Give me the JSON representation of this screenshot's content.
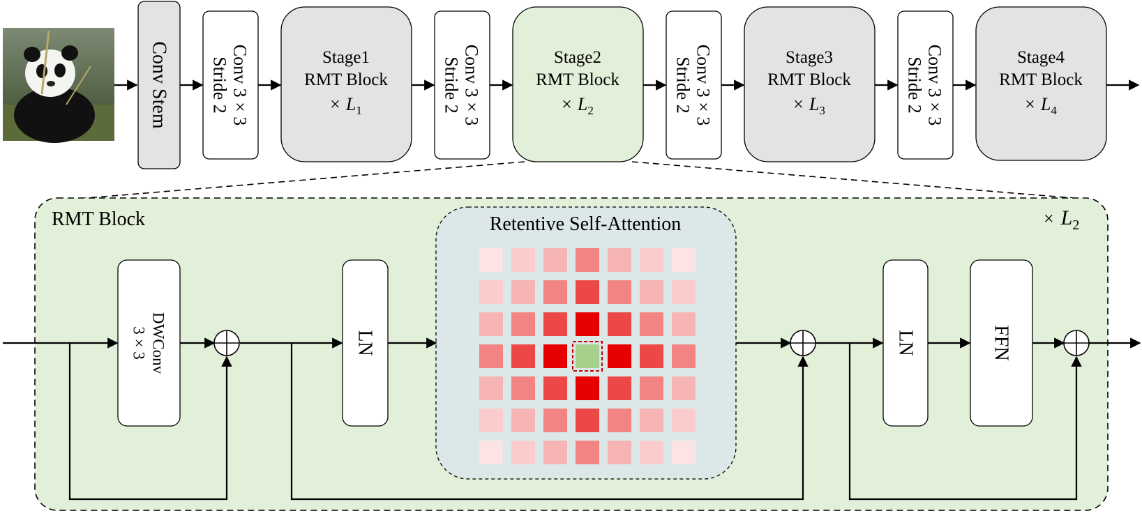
{
  "diagram": {
    "colors": {
      "stage_gray": "#e3e3e3",
      "stage_green": "#e2efd9",
      "block_bg": "#e2efd9",
      "attention_bg": "#dce8e8",
      "center_cell": "#a8d08d",
      "heat_strong": "#e60000",
      "heat_none": "#fdf0f0"
    },
    "input": {
      "image_icon": "panda-image-icon"
    },
    "conv_stem": {
      "label": "Conv Stem"
    },
    "downsample": {
      "line1": "Conv 3 × 3",
      "line2": "Stride 2"
    },
    "stages": [
      {
        "title": "Stage1",
        "block": "RMT Block",
        "times": "×",
        "depth": "L",
        "depth_sub": "1"
      },
      {
        "title": "Stage2",
        "block": "RMT Block",
        "times": "×",
        "depth": "L",
        "depth_sub": "2"
      },
      {
        "title": "Stage3",
        "block": "RMT Block",
        "times": "×",
        "depth": "L",
        "depth_sub": "3"
      },
      {
        "title": "Stage4",
        "block": "RMT Block",
        "times": "×",
        "depth": "L",
        "depth_sub": "4"
      }
    ],
    "rmt_block": {
      "title": "RMT Block",
      "repeat_times": "×",
      "repeat_symbol": "L",
      "repeat_sub": "2",
      "dwconv": {
        "line1": "DWConv",
        "line2": "3 × 3"
      },
      "ln1": "LN",
      "ln2": "LN",
      "ffn": "FFN",
      "adder_icon": "circled-plus-icon",
      "attention": {
        "title": "Retentive Self-Attention",
        "grid_intensity": [
          [
            0.05,
            0.15,
            0.25,
            0.45,
            0.25,
            0.15,
            0.05
          ],
          [
            0.15,
            0.25,
            0.45,
            0.7,
            0.45,
            0.25,
            0.15
          ],
          [
            0.25,
            0.45,
            0.7,
            1.0,
            0.7,
            0.45,
            0.25
          ],
          [
            0.45,
            0.7,
            1.0,
            -1,
            1.0,
            0.7,
            0.45
          ],
          [
            0.25,
            0.45,
            0.7,
            1.0,
            0.7,
            0.45,
            0.25
          ],
          [
            0.15,
            0.25,
            0.45,
            0.7,
            0.45,
            0.25,
            0.15
          ],
          [
            0.05,
            0.15,
            0.25,
            0.45,
            0.25,
            0.15,
            0.05
          ]
        ]
      }
    }
  }
}
